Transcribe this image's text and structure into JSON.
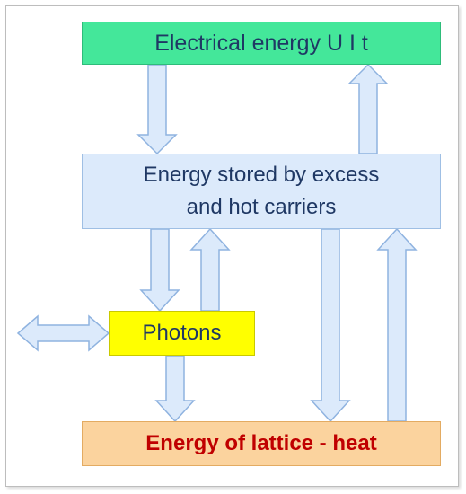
{
  "diagram": {
    "electrical_energy": "Electrical energy U I t",
    "stored_line1": "Energy stored by excess",
    "stored_line2": "and hot carriers",
    "photons": "Photons",
    "lattice_heat": "Energy of lattice - heat"
  },
  "colors": {
    "electrical_box": "#44e79a",
    "stored_box": "#dceafb",
    "photons_box": "#ffff00",
    "heat_box": "#fbd39e",
    "heat_text": "#c00000",
    "text_dark": "#1f3864",
    "arrow_fill": "#dceafb",
    "arrow_stroke": "#8fb3e0"
  }
}
